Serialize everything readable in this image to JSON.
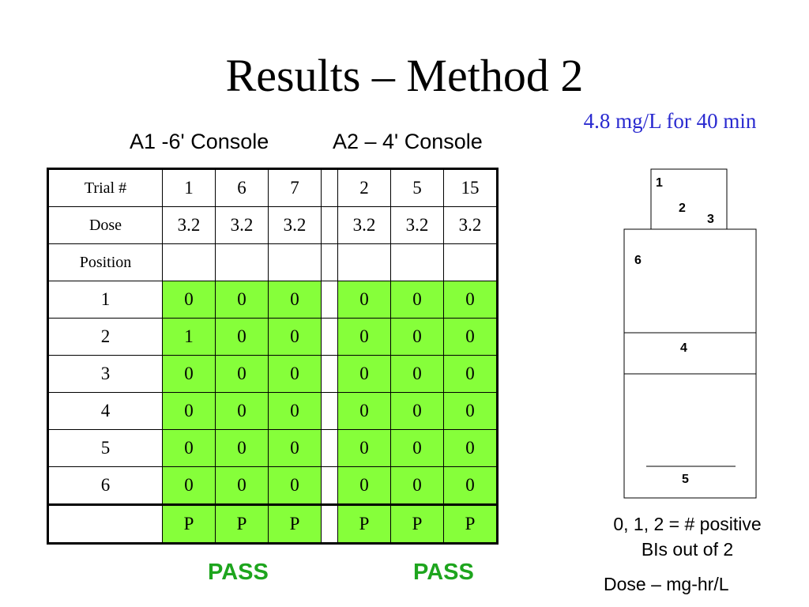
{
  "title": "Results – Method 2",
  "dose_note": "4.8 mg/L for 40 min",
  "groups": {
    "a1": "A1 -6' Console",
    "a2": "A2 – 4' Console"
  },
  "table": {
    "header_rows": [
      {
        "label": "Trial #",
        "a1": [
          "1",
          "6",
          "7"
        ],
        "a2": [
          "2",
          "5",
          "15"
        ]
      },
      {
        "label": "Dose",
        "a1": [
          "3.2",
          "3.2",
          "3.2"
        ],
        "a2": [
          "3.2",
          "3.2",
          "3.2"
        ]
      },
      {
        "label": "Position",
        "a1": [
          "",
          "",
          ""
        ],
        "a2": [
          "",
          "",
          ""
        ]
      }
    ],
    "position_rows": [
      {
        "label": "1",
        "a1": [
          "0",
          "0",
          "0"
        ],
        "a2": [
          "0",
          "0",
          "0"
        ]
      },
      {
        "label": "2",
        "a1": [
          "1",
          "0",
          "0"
        ],
        "a2": [
          "0",
          "0",
          "0"
        ]
      },
      {
        "label": "3",
        "a1": [
          "0",
          "0",
          "0"
        ],
        "a2": [
          "0",
          "0",
          "0"
        ]
      },
      {
        "label": "4",
        "a1": [
          "0",
          "0",
          "0"
        ],
        "a2": [
          "0",
          "0",
          "0"
        ]
      },
      {
        "label": "5",
        "a1": [
          "0",
          "0",
          "0"
        ],
        "a2": [
          "0",
          "0",
          "0"
        ]
      },
      {
        "label": "6",
        "a1": [
          "0",
          "0",
          "0"
        ],
        "a2": [
          "0",
          "0",
          "0"
        ]
      }
    ],
    "result_row": {
      "label": "",
      "a1": [
        "P",
        "P",
        "P"
      ],
      "a2": [
        "P",
        "P",
        "P"
      ]
    }
  },
  "pass": {
    "a1": "PASS",
    "a2": "PASS"
  },
  "diagram": {
    "labels": [
      "1",
      "2",
      "3",
      "6",
      "4",
      "5"
    ]
  },
  "legend": {
    "line1": "0, 1, 2 = # positive",
    "line2": "BIs out of 2"
  },
  "dose_unit": "Dose – mg-hr/L",
  "colors": {
    "title_blue": "#2a2ad0",
    "cell_green": "#86ff3a",
    "pass_green": "#1ea51e"
  }
}
